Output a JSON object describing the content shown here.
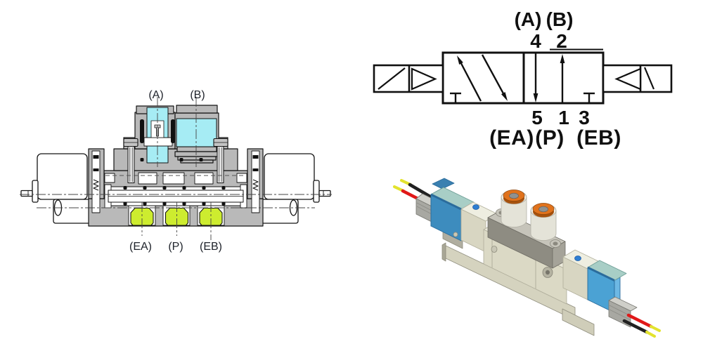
{
  "cross_section": {
    "name": "valve cross-section drawing",
    "labels": {
      "a": "(A)",
      "b": "(B)",
      "ea": "(EA)",
      "p": "(P)",
      "eb": "(EB)"
    },
    "colors": {
      "body_gray": "#b9b9b9",
      "port_cyan": "#a6ecf4",
      "port_green": "#cdec2f",
      "outline": "#141414",
      "label_color": "#20242c"
    }
  },
  "circuit_symbol": {
    "name": "5-port 2-position double solenoid valve symbol",
    "labels": {
      "a": "(A)",
      "b": "(B)",
      "ea": "(EA)",
      "p": "(P)",
      "eb": "(EB)"
    },
    "numbers": {
      "n4": "4",
      "n2": "2",
      "n5": "5",
      "n1": "1",
      "n3": "3"
    },
    "color": "#101010"
  },
  "product_render": {
    "name": "3D rendering of dual solenoid pneumatic valve",
    "colors": {
      "body_ivory": "#dbd9c5",
      "solenoid_blue": "#3d8cbe",
      "solenoid_top": "#a8cec6",
      "fitting_orange": "#e0721c",
      "override_dot": "#2e7ed2",
      "wire_red": "#e01818",
      "wire_black": "#212121",
      "wire_yellow": "#e3e32e"
    }
  }
}
